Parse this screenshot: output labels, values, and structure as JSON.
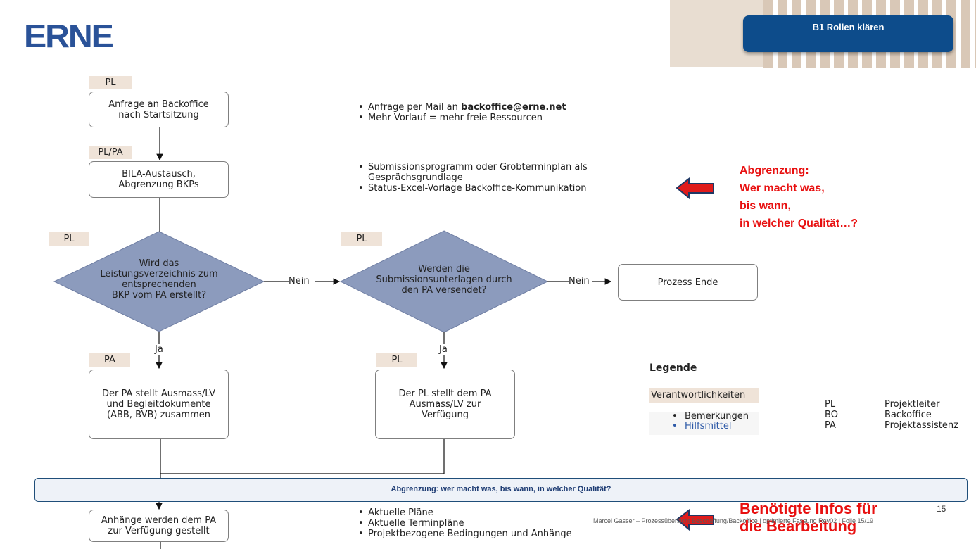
{
  "header": {
    "logo": "ERNE",
    "badge_label": "B1  Rollen klären"
  },
  "flow": {
    "step1": {
      "role": "PL",
      "text_line1": "Anfrage an Backoffice",
      "text_line2": "nach Startsitzung"
    },
    "step2": {
      "role": "PL/PA",
      "text_line1": "BILA-Austausch,",
      "text_line2": "Abgrenzung BKPs"
    },
    "decision1": {
      "role": "PL",
      "lines": [
        "Wird das",
        "Leistungsverzeichnis zum",
        "entsprechenden",
        "BKP vom PA erstellt?"
      ]
    },
    "decision2": {
      "role": "PL",
      "lines": [
        "Werden die",
        "Submissionsunterlagen durch",
        "den PA versendet?"
      ]
    },
    "end": {
      "text": "Prozess Ende"
    },
    "no_label": "Nein",
    "yes_label": "Ja",
    "step_pa": {
      "role": "PA",
      "lines": [
        "Der PA stellt Ausmass/LV",
        "und Begleitdokumente",
        "(ABB, BVB) zusammen"
      ]
    },
    "step_pl": {
      "role": "PL",
      "lines": [
        "Der PL stellt dem PA",
        "Ausmass/LV zur",
        "Verfügung"
      ]
    },
    "step_attach": {
      "lines": [
        "Anhänge werden dem PA",
        "zur Verfügung gestellt"
      ]
    }
  },
  "notes": {
    "n1": {
      "prefix": "Anfrage per Mail an ",
      "email": "backoffice@erne.net",
      "line2": "Mehr Vorlauf = mehr freie Ressourcen"
    },
    "n2": {
      "line1a": "Submissionsprogramm oder Grobterminplan als",
      "line1b": "Gesprächsgrundlage",
      "line2": "Status-Excel-Vorlage Backoffice-Kommunikation"
    },
    "n3": {
      "line1": "Aktuelle Pläne",
      "line2": "Aktuelle Terminpläne",
      "line3": "Projektbezogene Bedingungen und Anhänge"
    }
  },
  "callouts": {
    "abgrenzung": [
      "Abgrenzung:",
      "Wer macht was,",
      "bis wann,",
      "in welcher Qualität…?"
    ],
    "infos": [
      "Benötigte Infos für",
      "die Bearbeitung"
    ]
  },
  "legend": {
    "title": "Legende",
    "responsibilities": "Verantwortlichkeiten",
    "remarks": "Bemerkungen",
    "tools": "Hilfsmittel",
    "abbreviations": [
      {
        "abbr": "PL",
        "meaning": "Projektleiter"
      },
      {
        "abbr": "BO",
        "meaning": "Backoffice"
      },
      {
        "abbr": "PA",
        "meaning": "Projektassistenz"
      }
    ]
  },
  "bottom_bar": {
    "text": "Abgrenzung: wer macht was, bis wann, in welcher Qualität?"
  },
  "footer": {
    "text": "Marcel Gasser – Prozessübersicht Beschaffung/Backoffice | optimierte Fassung Rev02 | Folie 15/19",
    "page_number": "15"
  },
  "colors": {
    "brand_blue": "#2a5298",
    "badge_blue": "#0d4c8b",
    "diamond_fill": "#8c9bbd",
    "role_tag": "#efe3d8",
    "callout_red": "#e81010"
  }
}
